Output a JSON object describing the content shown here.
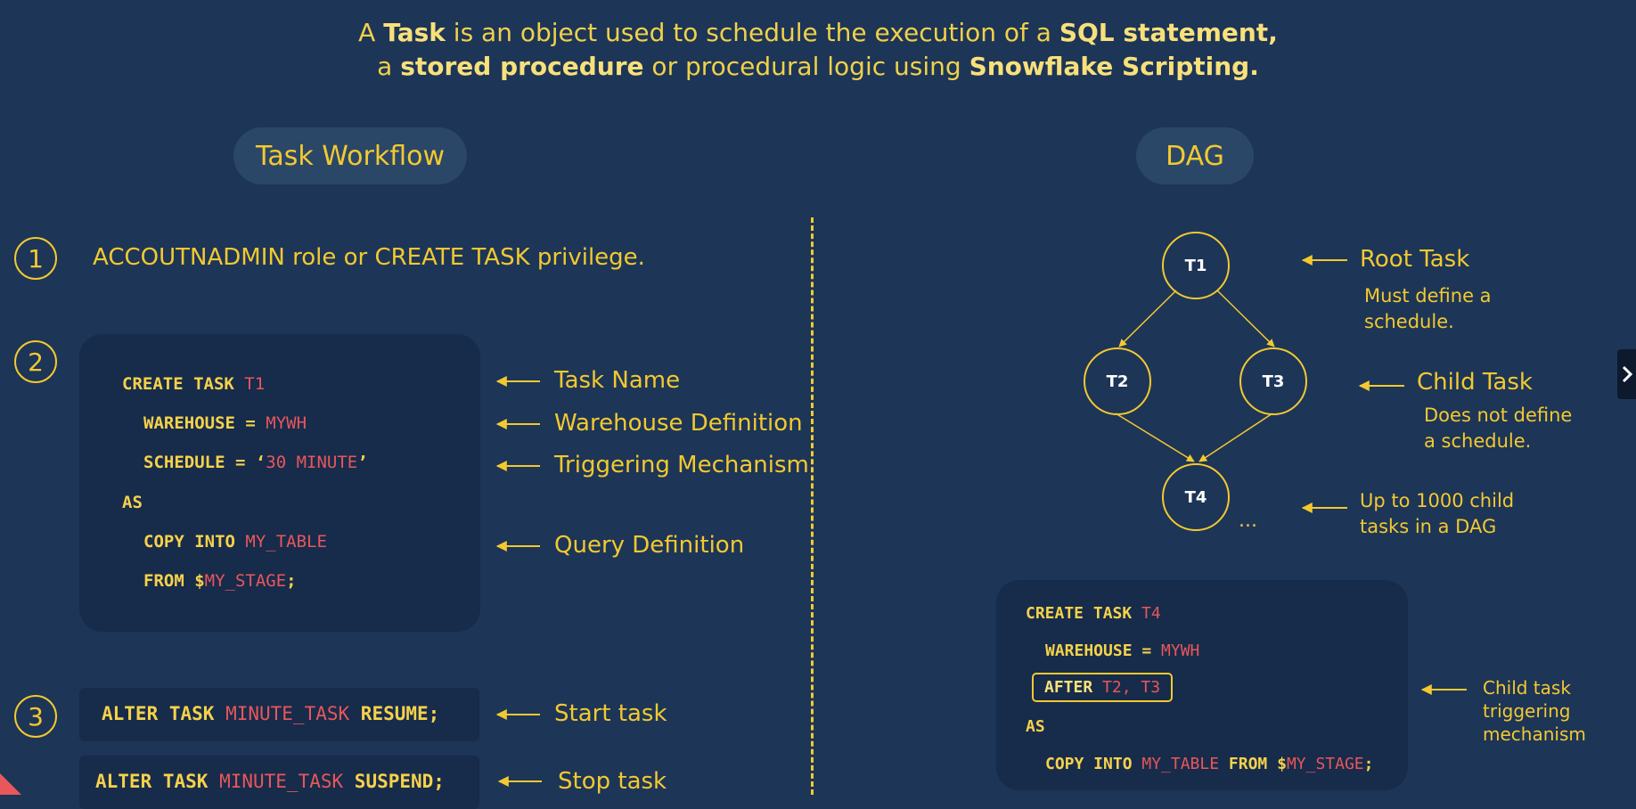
{
  "header": {
    "line1": [
      "A ",
      "Task",
      " is an object used to schedule the execution of a ",
      "SQL statement,"
    ],
    "line2": [
      "a ",
      "stored procedure",
      " or procedural logic using ",
      "Snowflake Scripting."
    ]
  },
  "sections": {
    "workflow_title": "Task Workflow",
    "dag_title": "DAG"
  },
  "steps": {
    "s1_num": "1",
    "s1_text": "ACCOUTNADMIN role or CREATE TASK privilege.",
    "s2_num": "2",
    "s3_num": "3"
  },
  "code1": {
    "l1_kw": "CREATE TASK ",
    "l1_val": "T1",
    "l2_kw": "WAREHOUSE = ",
    "l2_val": "MYWH",
    "l3_kw": "SCHEDULE = ",
    "l3_q1": "‘",
    "l3_val": "30 MINUTE",
    "l3_q2": "’",
    "l4_kw": "AS",
    "l5_kw": "COPY INTO ",
    "l5_val": "MY_TABLE",
    "l6_kw": "FROM $",
    "l6_val": "MY_STAGE",
    "l6_end": ";"
  },
  "annotations": {
    "task_name": "Task Name",
    "warehouse_def": "Warehouse Definition",
    "trigger": "Triggering Mechanism",
    "query_def": "Query Definition",
    "start": "Start task",
    "stop": "Stop task"
  },
  "alter": {
    "resume_kw1": "ALTER TASK ",
    "resume_val": "MINUTE_TASK",
    "resume_kw2": " RESUME;",
    "suspend_kw1": "ALTER TASK ",
    "suspend_val": "MINUTE_TASK",
    "suspend_kw2": " SUSPEND;"
  },
  "dag": {
    "t1": "T1",
    "t2": "T2",
    "t3": "T3",
    "t4": "T4",
    "ellipsis": "...",
    "root_label": "Root Task",
    "root_sub1": "Must define a",
    "root_sub2": "schedule.",
    "child_label": "Child Task",
    "child_sub1": "Does not define",
    "child_sub2": "a schedule.",
    "limit1": "Up to 1000 child",
    "limit2": "tasks in a DAG"
  },
  "code2": {
    "l1_kw": "CREATE TASK ",
    "l1_val": "T4",
    "l2_kw": "WAREHOUSE = ",
    "l2_val": "MYWH",
    "l3_kw": "AFTER ",
    "l3_val": "T2, T3",
    "l4_kw": "AS",
    "l5_kw1": "COPY INTO ",
    "l5_val1": "MY_TABLE",
    "l5_kw2": " FROM $",
    "l5_val2": "MY_STAGE",
    "l5_end": ";"
  },
  "child_trigger": {
    "l1": "Child task",
    "l2": "triggering",
    "l3": "mechanism"
  },
  "colors": {
    "background": "#1d3557",
    "accent": "#f3c930",
    "code_value": "#e8575a",
    "box": "#172b4b"
  }
}
